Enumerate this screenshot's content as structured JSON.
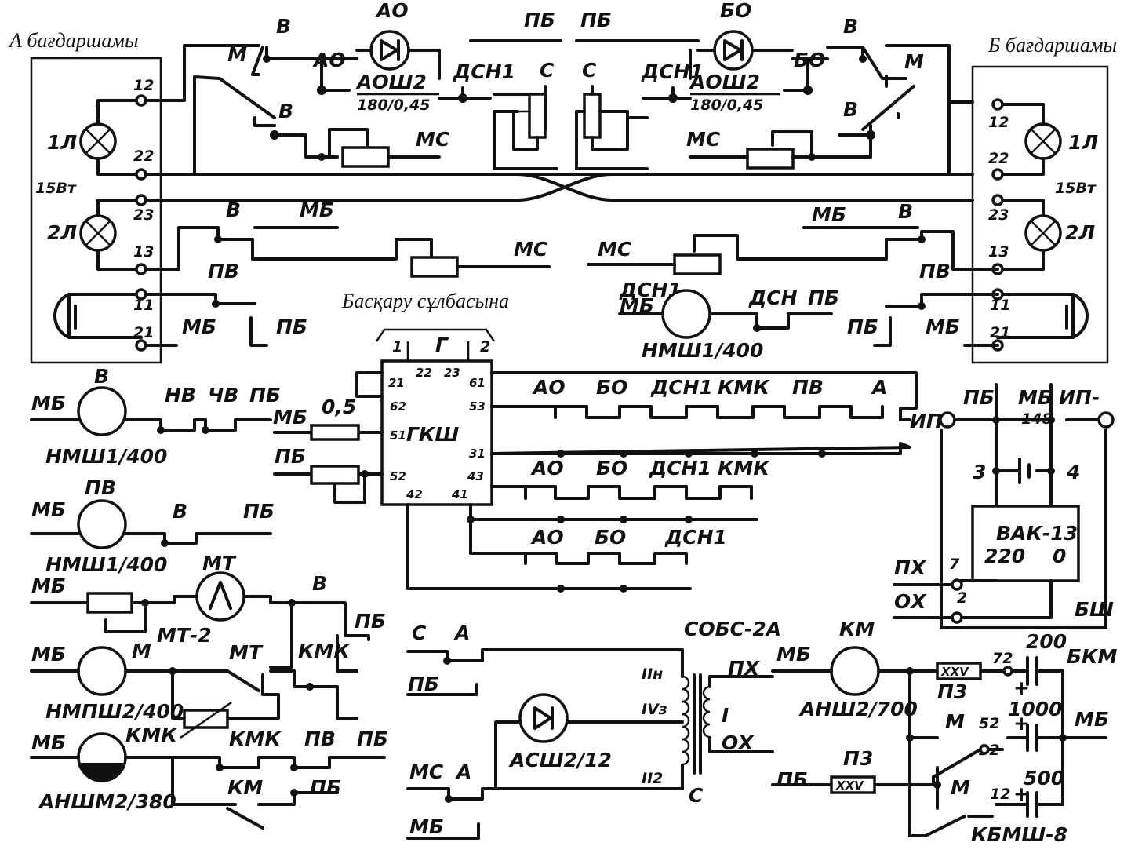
{
  "titles": {
    "signal_a": "А бағдаршамы",
    "signal_b": "Б бағдаршамы",
    "control": "Басқару сұлбасына"
  },
  "lamps": {
    "l1": "1Л",
    "l2": "2Л",
    "power": "15Вт",
    "c12": "12",
    "c22": "22",
    "c23": "23",
    "c13": "13",
    "c11": "11",
    "c21": "21"
  },
  "buses": {
    "pb": "ПБ",
    "mb": "МБ",
    "ms": "МС",
    "ph": "ПХ",
    "oh": "ОХ",
    "s": "С",
    "ip_minus": "ИП-"
  },
  "relays": {
    "ao": "АО",
    "bo": "БО",
    "v": "В",
    "m": "М",
    "dsn1": "ДСН1",
    "dsn": "ДСН",
    "pv": "ПВ",
    "nv": "НВ",
    "chv": "ЧВ",
    "mt": "МТ",
    "kmk": "КМК",
    "km": "КМ",
    "a": "А",
    "p3": "П3",
    "g": "Г"
  },
  "devices": {
    "aosh": "АОШ2",
    "aosh_rating": "180/0,45",
    "nmsh": "НМШ1/400",
    "nmpsh": "НМПШ2/400",
    "anshm": "АНШМ2/380",
    "ansh": "АНШ2/700",
    "ash": "АСШ2/12",
    "mt2": "МТ-2",
    "gksh": "ГКШ",
    "vak": "ВАК-13",
    "sobs": "СОБС-2А",
    "kbmsh": "КБМШ-8",
    "bkm": "БКМ",
    "bsh": "БШ",
    "vak_220": "220",
    "vak_0": "0",
    "fuse": "0,5",
    "k148": "148"
  },
  "pins": {
    "p1": "1",
    "p2": "2",
    "p3": "3",
    "p4": "4",
    "p7": "7",
    "p21": "21",
    "p22": "22",
    "p23": "23",
    "p61": "61",
    "p62": "62",
    "p53": "53",
    "p51": "51",
    "p31": "31",
    "p52": "52",
    "p43": "43",
    "p42": "42",
    "p41": "41",
    "p72": "72",
    "p32": "32",
    "p12": "12"
  },
  "caps": {
    "c200": "200",
    "c1000": "1000",
    "c500": "500"
  },
  "windings": {
    "w2h": "IIн",
    "w3": "IVз",
    "w2": "II2",
    "w1": "I",
    "s": "С"
  }
}
